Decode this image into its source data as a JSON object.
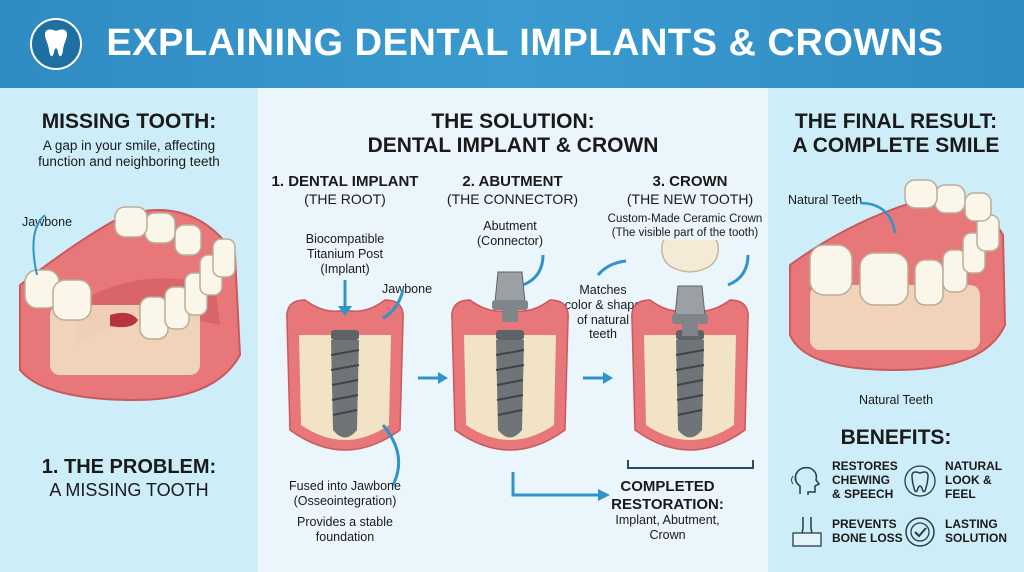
{
  "header": {
    "title": "EXPLAINING DENTAL IMPLANTS & CROWNS",
    "logo_icon": "tooth-icon"
  },
  "left": {
    "title": "MISSING TOOTH:",
    "subtitle_1": "A gap in your smile, affecting",
    "subtitle_2": "function and neighboring teeth",
    "jawbone_label": "Jawbone",
    "problem_title": "1. THE PROBLEM:",
    "problem_sub": "A MISSING TOOTH"
  },
  "middle": {
    "title_1": "THE SOLUTION:",
    "title_2": "DENTAL IMPLANT & CROWN",
    "steps": [
      {
        "title": "1. DENTAL IMPLANT",
        "sub": "(THE ROOT)"
      },
      {
        "title": "2. ABUTMENT",
        "sub": "(THE CONNECTOR)"
      },
      {
        "title": "3. CROWN",
        "sub": "(THE NEW TOOTH)"
      }
    ],
    "labels": {
      "post_1": "Biocompatible",
      "post_2": "Titanium Post",
      "post_3": "(Implant)",
      "jawbone": "Jawbone",
      "abutment_1": "Abutment",
      "abutment_2": "(Connector)",
      "crown_1": "Custom-Made Ceramic Crown",
      "crown_2": "(The visible part of the tooth)",
      "matches_1": "Matches",
      "matches_2": "color & shape",
      "matches_3": "of natural",
      "matches_4": "teeth",
      "fused_1": "Fused into Jawbone",
      "fused_2": "(Osseointegration)",
      "stable_1": "Provides a stable",
      "stable_2": "foundation",
      "completed_1": "COMPLETED",
      "completed_2": "RESTORATION:",
      "completed_3": "Implant, Abutment,",
      "completed_4": "Crown"
    }
  },
  "right": {
    "title_1": "THE FINAL RESULT:",
    "title_2": "A COMPLETE SMILE",
    "natural_top": "Natural Teeth",
    "natural_bottom": "Natural Teeth",
    "benefits_title": "BENEFITS:",
    "benefits": [
      {
        "icon": "head-speech-icon",
        "l1": "RESTORES",
        "l2": "CHEWING",
        "l3": "& SPEECH"
      },
      {
        "icon": "tooth-outline-icon",
        "l1": "NATURAL",
        "l2": "LOOK &",
        "l3": "FEEL"
      },
      {
        "icon": "bone-tooth-icon",
        "l1": "PREVENTS",
        "l2": "BONE LOSS",
        "l3": ""
      },
      {
        "icon": "check-circle-icon",
        "l1": "LASTING",
        "l2": "SOLUTION",
        "l3": ""
      }
    ]
  },
  "colors": {
    "header": "#2f8cc2",
    "arrow": "#2f95c8",
    "gum": "#e8777a",
    "bone": "#f2e3c4",
    "metal": "#7d8287"
  }
}
